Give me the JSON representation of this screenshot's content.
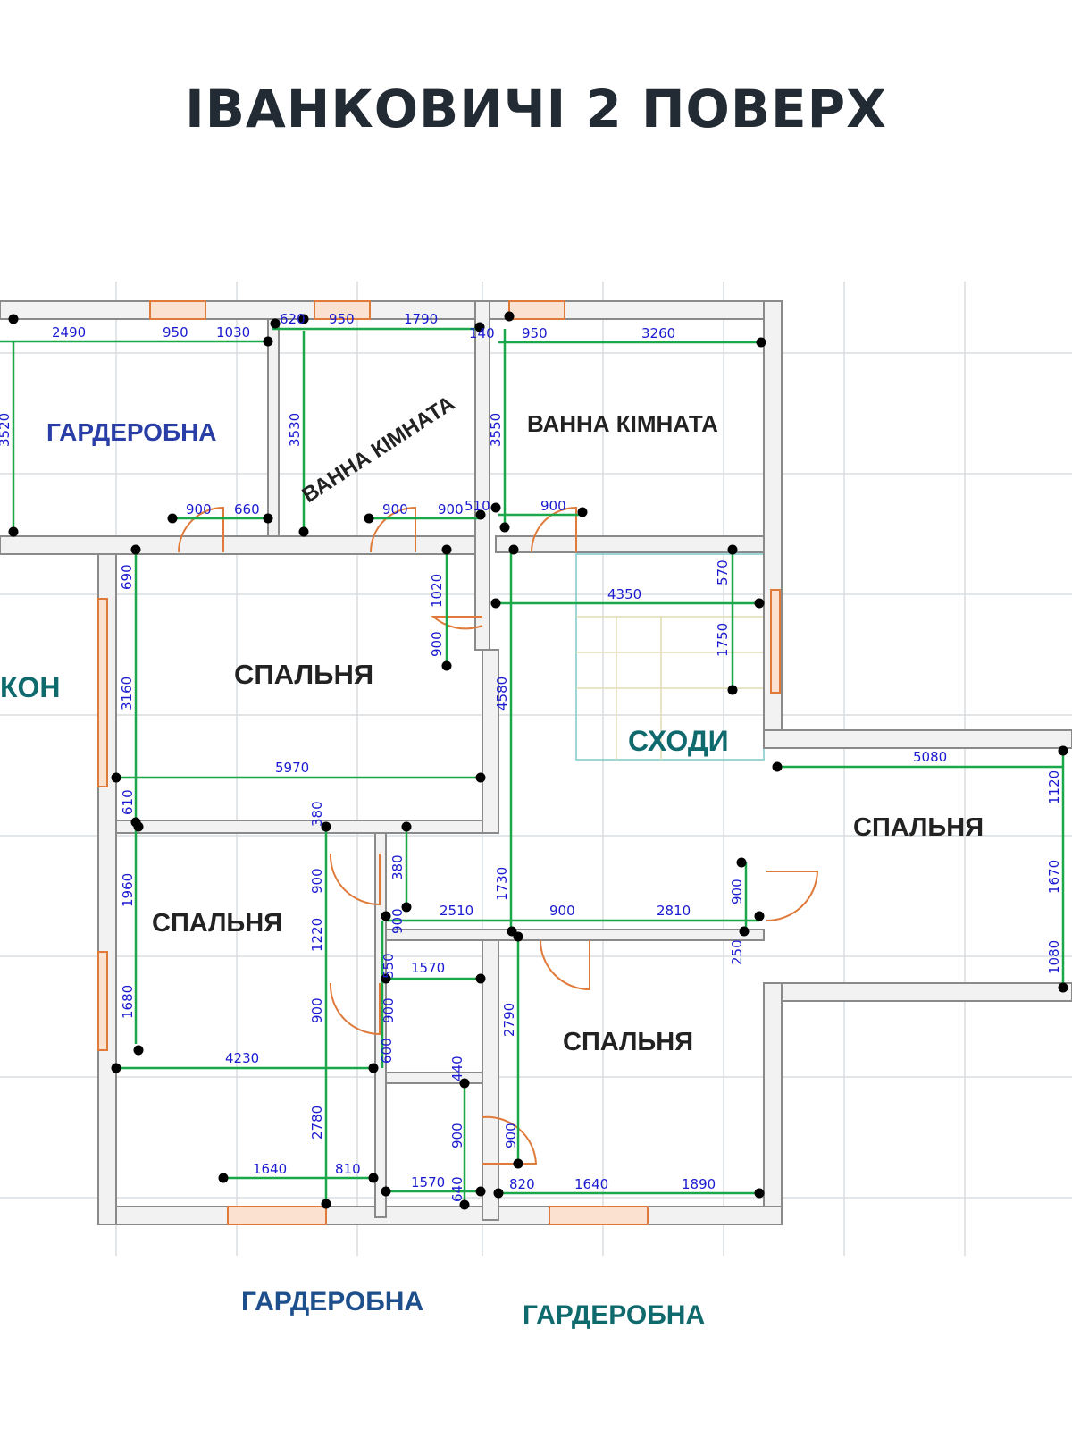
{
  "title": "ІВАНКОВИЧІ 2 ПОВЕРХ",
  "colors": {
    "title": "#222b33",
    "wall_fill": "#f2f2f2",
    "wall_stroke": "#8a8a8a",
    "grid": "#d9dde0",
    "dimension_line": "#1aa84a",
    "dimension_text": "#1a1ad0",
    "point": "#000000",
    "window": "#e07a3a",
    "door": "#e07a3a",
    "label_blue": "#2a3ea8",
    "label_dark": "#222222",
    "label_teal": "#0f6a6e",
    "label_steelblue": "#1d4f8c"
  },
  "rooms": {
    "wardrobe_top": "ГАРДЕРОБНА",
    "bathroom_1": "ВАННА КІМНАТА",
    "bathroom_2": "ВАННА КІМНАТА",
    "balcony": "КОН",
    "bedroom_1": "СПАЛЬНЯ",
    "stairs": "СХОДИ",
    "bedroom_right": "СПАЛЬНЯ",
    "bedroom_2": "СПАЛЬНЯ",
    "bedroom_3": "СПАЛЬНЯ"
  },
  "bottom_labels": {
    "wardrobe_left": "ГАРДЕРОБНА",
    "wardrobe_right": "ГАРДЕРОБНА"
  },
  "dimensions": {
    "d2490": "2490",
    "d950a": "950",
    "d1030": "1030",
    "d620": "620",
    "d950b": "950",
    "d1790": "1790",
    "d140": "140",
    "d950c": "950",
    "d3260": "3260",
    "d3520": "3520",
    "d3530": "3530",
    "d3550": "3550",
    "d900a": "900",
    "d660": "660",
    "d900b": "900",
    "d900c": "900",
    "d510": "510",
    "d900d": "900",
    "d690": "690",
    "d1020": "1020",
    "d4350": "4350",
    "d570": "570",
    "d900e": "900",
    "d1750": "1750",
    "d3160": "3160",
    "d4580": "4580",
    "d5970": "5970",
    "d5080": "5080",
    "d610": "610",
    "d380a": "380",
    "d1120": "1120",
    "d380b": "380",
    "d900f": "900",
    "d1960": "1960",
    "d1730": "1730",
    "d2510": "2510",
    "d900g": "900",
    "d2810": "2810",
    "d900h": "900",
    "d1670": "1670",
    "d1220": "1220",
    "d900i": "900",
    "d250": "250",
    "d550": "550",
    "d1570a": "1570",
    "d1080": "1080",
    "d1680": "1680",
    "d900j": "900",
    "d900k": "900",
    "d2790": "2790",
    "d4230": "4230",
    "d600": "600",
    "d440": "440",
    "d2780": "2780",
    "d900l": "900",
    "d900m": "900",
    "d1640a": "1640",
    "d810": "810",
    "d1570b": "1570",
    "d640": "640",
    "d820": "820",
    "d1640b": "1640",
    "d1890": "1890"
  }
}
